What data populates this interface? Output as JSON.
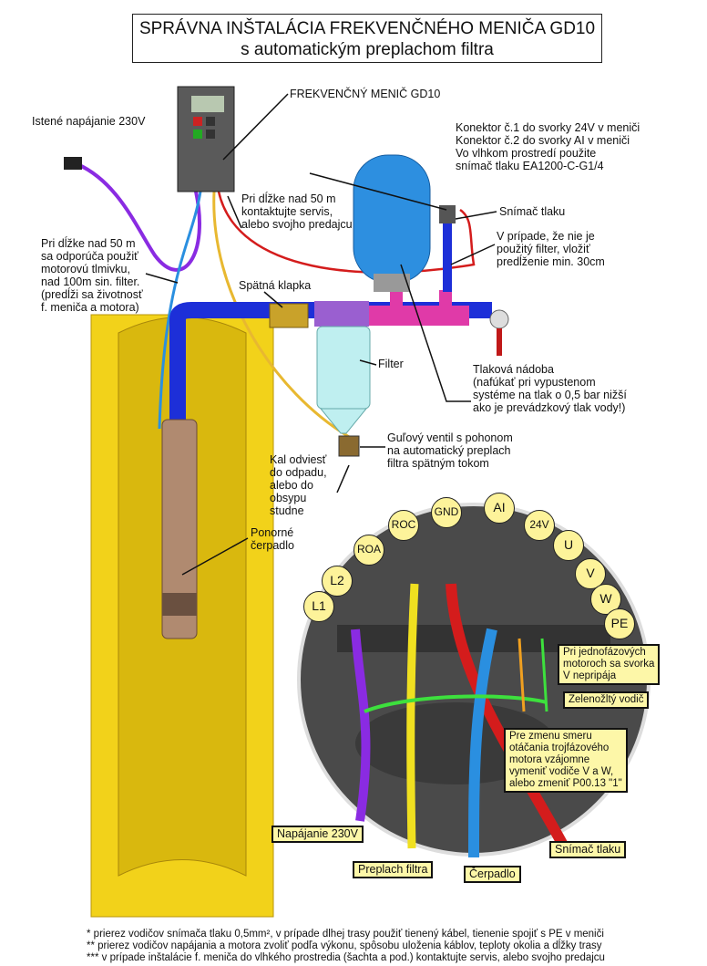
{
  "title": {
    "line1": "SPRÁVNA INŠTALÁCIA FREKVENČNÉHO MENIČA GD10",
    "line2": "s automatickým preplachom filtra"
  },
  "labels": {
    "inverter": "FREKVENČNÝ MENIČ GD10",
    "power": "Istené napájanie 230V",
    "connector": "Konektor č.1 do svorky 24V v meniči\nKonektor č.2 do svorky AI v meniči\nVo vlhkom prostredí použite\nsnímač tlaku EA1200-C-G1/4",
    "sensor": "Snímač tlaku",
    "extension": "V prípade, že nie je\npoužitý filter, vložiť\npredĺženie min. 30cm",
    "cable_service": "Pri dĺžke nad 50 m\nkontaktujte servis,\nalebo svojho predajcu",
    "motor_choke": "Pri dĺžke nad 50 m\nsa odporúča použiť\nmotorovú tlmivku,\nnad 100m sin. filter.\n(predĺži sa životnosť\nf. meniča a motora)",
    "check_valve": "Spätná klapka",
    "filter": "Filter",
    "tank": "Tlaková nádoba\n(nafúkať pri vypustenom\nsystéme na tlak o 0,5 bar nižší\nako je prevádzkový tlak vody!)",
    "ball_valve": "Guľový ventil s pohonom\nna automatický preplach\nfiltra spätným tokom",
    "sludge": "Kal odviesť\ndo odpadu,\nalebo do\nobsypu\nstudne",
    "pump": "Ponorné\nčerpadlo"
  },
  "terminals": [
    "L1",
    "L2",
    "ROA",
    "ROC",
    "GND",
    "AI",
    "24V",
    "U",
    "V",
    "W",
    "PE"
  ],
  "tags": {
    "single_phase": "Pri jednofázových\nmotoroch sa svorka\nV nepripája",
    "ground_wire": "Zelenožltý vodič",
    "direction": "Pre zmenu smeru\notáčania trojfázového\nmotora vzájomne\nvymeniť vodiče V a W,\nalebo zmeniť P00.13 \"1\"",
    "supply": "Napájanie 230V",
    "flush": "Preplach filtra",
    "pump": "Čerpadlo",
    "sensor": "Snímač tlaku"
  },
  "footnotes": "* prierez vodičov snímača tlaku 0,5mm², v prípade dlhej trasy použiť tienený kábel, tienenie spojiť s PE v meniči\n** prierez vodičov napájania a motora zvoliť podľa výkonu, spôsobu uloženia káblov, teploty okolia a dĺžky trasy\n*** v prípade inštalácie f. meniča do vlhkého prostredia (šachta a pod.) kontaktujte servis, alebo svojho predajcu",
  "colors": {
    "well": "#f2d21a",
    "pipe": "#1d2fd8",
    "tank": "#2d8fe0",
    "fitting": "#e03aa8",
    "purple_cable": "#8a2be2",
    "red_cable": "#d41c1c",
    "yellow_cable": "#f0e020",
    "blue_cable": "#2a8fe0",
    "panel": "#4a4a4a",
    "tag": "#fdf7a8"
  }
}
